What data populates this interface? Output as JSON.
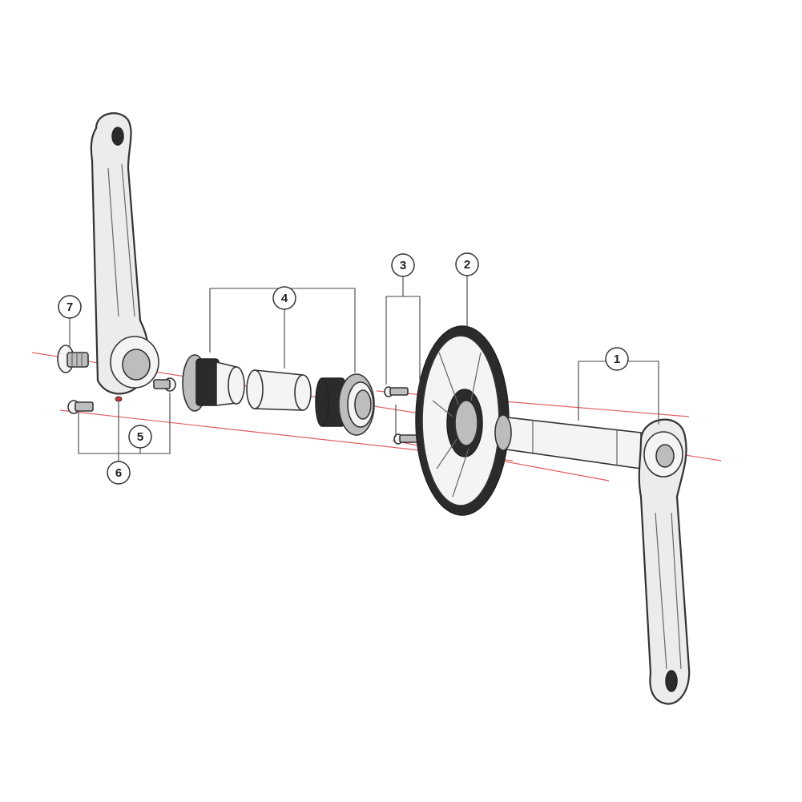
{
  "callouts": [
    {
      "id": "1",
      "label": "1"
    },
    {
      "id": "2",
      "label": "2"
    },
    {
      "id": "3",
      "label": "3"
    },
    {
      "id": "4",
      "label": "4"
    },
    {
      "id": "5",
      "label": "5"
    },
    {
      "id": "6",
      "label": "6"
    },
    {
      "id": "7",
      "label": "7"
    }
  ],
  "colors": {
    "axis_line": "#e06060",
    "outline": "#333333",
    "part_fill": "#ececec"
  }
}
